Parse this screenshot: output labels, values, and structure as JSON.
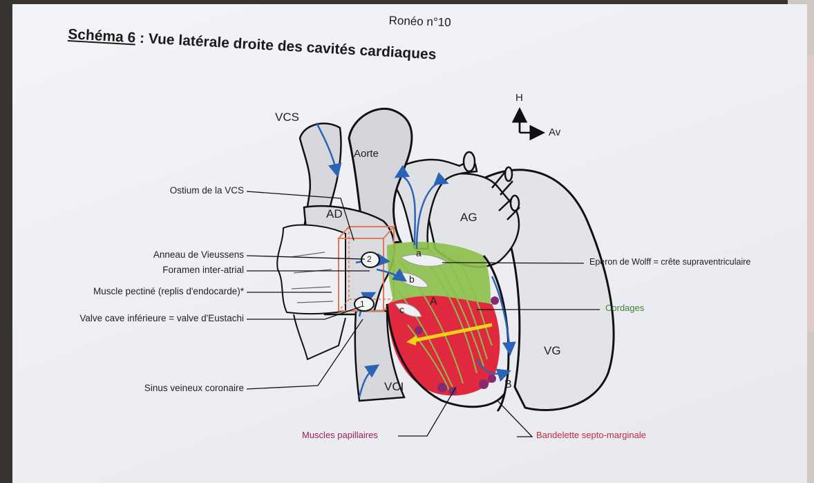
{
  "header": {
    "roneo": "Ronéo n°10",
    "schema_word": "Schéma 6",
    "schema_rest": " : Vue latérale droite des cavités cardiaques"
  },
  "orientation": {
    "up": "H",
    "right": "Av"
  },
  "structures": {
    "vcs": "VCS",
    "aorte": "Aorte",
    "ad": "AD",
    "ag": "AG",
    "vg": "VG",
    "vci": "VCI",
    "zone_a": "A",
    "zone_b": "B",
    "part_a": "a",
    "part_b": "b",
    "part_c": "c",
    "num_1": "1",
    "num_2": "2"
  },
  "labels_left": [
    "Ostium de la VCS",
    "Anneau de Vieussens",
    "Foramen inter-atrial",
    "Muscle pectiné (replis d'endocarde)*",
    "Valve cave inférieure = valve d'Eustachi",
    "Sinus veineux coronaire"
  ],
  "labels_right": {
    "eperon": "Eperon de Wolff = crête supraventriculaire",
    "cordages": "Cordages"
  },
  "labels_bottom": {
    "muscles": "Muscles papillaires",
    "bandelette": "Bandelette septo-marginale"
  },
  "colors": {
    "blue_arrow": "#2b64b4",
    "green_cordages": "#8cbf4a",
    "red_bandelette": "#e0283f",
    "purple_papillaires": "#8a2a6e",
    "orange_box": "#e07a55",
    "yellow_arrow": "#f1d21d"
  }
}
